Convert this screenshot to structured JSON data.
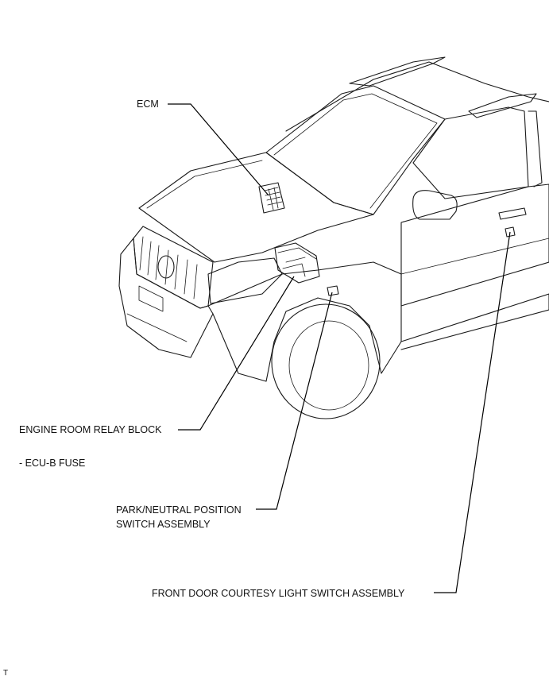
{
  "labels": {
    "ecm": "ECM",
    "engine_room_relay_block": "ENGINE ROOM RELAY BLOCK",
    "ecu_b_fuse": "- ECU-B FUSE",
    "park_neutral_line1": "PARK/NEUTRAL POSITION",
    "park_neutral_line2": "SWITCH ASSEMBLY",
    "front_door_courtesy": "FRONT DOOR COURTESY LIGHT SWITCH ASSEMBLY",
    "corner_mark": "T"
  },
  "colors": {
    "line": "#1a1a1a",
    "background": "#ffffff"
  }
}
